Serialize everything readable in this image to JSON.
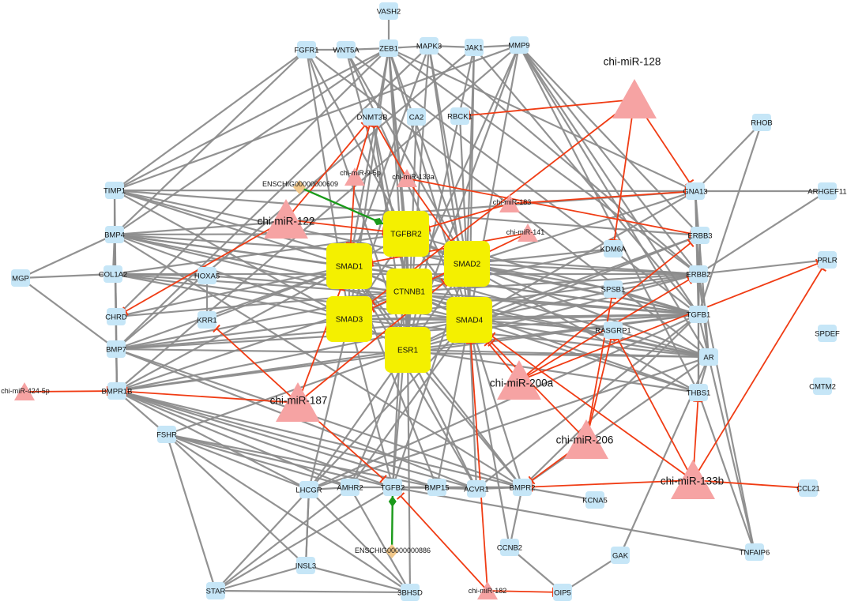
{
  "colors": {
    "gene_fill": "#c6e6f7",
    "hub_fill": "#f4f000",
    "mirna_fill": "#f6a3a3",
    "lncrna_fill": "#f2c88a",
    "gene_gene_edge": "#8c8c8c",
    "mirna_target_edge": "#f03c14",
    "lncrna_edge": "#1a9a1a"
  },
  "icons": {
    "gene": "rounded-square-node-icon",
    "hub": "rounded-square-hub-icon",
    "mirna": "triangle-node-icon",
    "lncrna": "diamond-node-icon",
    "inhibition": "t-bar-arrowhead-icon",
    "binding": "diamond-arrowhead-icon"
  },
  "nodes": {
    "VASH2": "VASH2",
    "FGFR1": "FGFR1",
    "WNT5A": "WNT5A",
    "ZEB1": "ZEB1",
    "MAPK3": "MAPK3",
    "JAK1": "JAK1",
    "MMP9": "MMP9",
    "DNMT3B": "DNMT3B",
    "CA2": "CA2",
    "RBCK1": "RBCK1",
    "RHOB": "RHOB",
    "TIMP1": "TIMP1",
    "GNA13": "GNA13",
    "ARHGEF11": "ARHGEF11",
    "BMP4": "BMP4",
    "ERBB3": "ERBB3",
    "KDM6A": "KDM6A",
    "PRLR": "PRLR",
    "MGP": "MGP",
    "COL1A2": "COL1A2",
    "HOXA5": "HOXA5",
    "ERBB2": "ERBB2",
    "SPSB1": "SPSB1",
    "CHRD": "CHRD",
    "KRR1": "KRR1",
    "TGFB1": "TGFB1",
    "RASGRP1": "RASGRP1",
    "SPDEF": "SPDEF",
    "BMP7": "BMP7",
    "AR": "AR",
    "BMPR1B": "BMPR1B",
    "CMTM2": "CMTM2",
    "THBS1": "THBS1",
    "FSHR": "FSHR",
    "LHCGR": "LHCGR",
    "AMHR2": "AMHR2",
    "TGFB2": "TGFB2",
    "BMP15": "BMP15",
    "ACVR1": "ACVR1",
    "BMPR2": "BMPR2",
    "KCNA5": "KCNA5",
    "CCL21": "CCL21",
    "CCNB2": "CCNB2",
    "GAK": "GAK",
    "TNFAIP6": "TNFAIP6",
    "INSL3": "INSL3",
    "STAR": "STAR",
    "3BHSD": "3BHSD",
    "OIP5": "OIP5",
    "TGFBR2": "TGFBR2",
    "SMAD1": "SMAD1",
    "SMAD2": "SMAD2",
    "CTNNB1": "CTNNB1",
    "SMAD3": "SMAD3",
    "SMAD4": "SMAD4",
    "ESR1": "ESR1",
    "m128": "chi-miR-128",
    "m122": "chi-miR-122",
    "m9": "chi-miR-9-5p",
    "m133a": "chi-miR-133a",
    "m183": "chi-miR-183",
    "m141": "chi-miR-141",
    "m200a": "chi-miR-200a",
    "m187": "chi-miR-187",
    "m206": "chi-miR-206",
    "m133b": "chi-miR-133b",
    "m424": "chi-miR-424-5p",
    "m182": "chi-miR-182",
    "L609": "ENSCHIG00000000609",
    "L886": "ENSCHIG00000000886"
  }
}
